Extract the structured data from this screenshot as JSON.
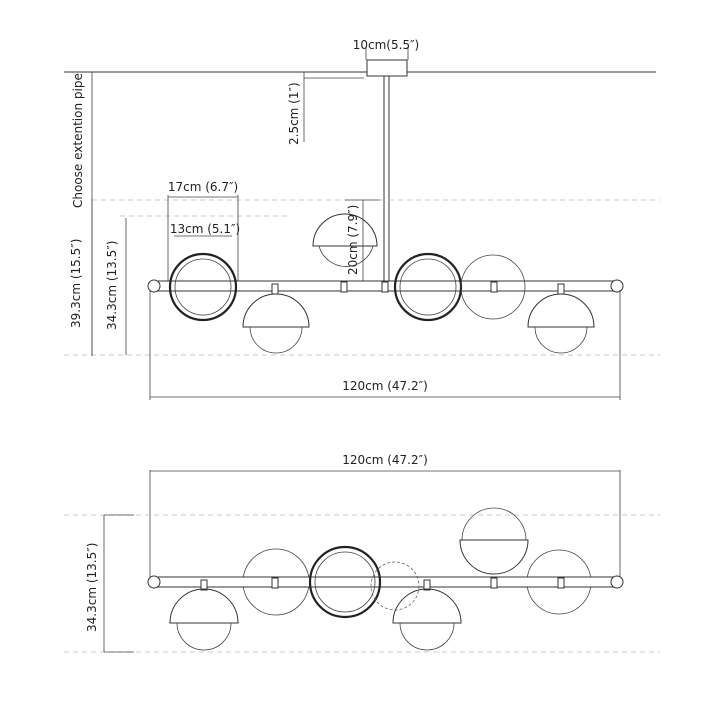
{
  "dimensions": {
    "canopy_width": "10cm(5.5″)",
    "pipe_segment": "2.5cm (1″)",
    "extension_note": "Choose extention pipe",
    "ring_outer": "17cm (6.7″)",
    "ring_inner": "13cm (5.1″)",
    "shade_diameter": "20cm (7.9″)",
    "overall_height": "39.3cm (15.5″)",
    "fixture_height_top": "34.3cm (13.5″)",
    "length_top": "120cm (47.2″)",
    "length_bottom": "120cm (47.2″)",
    "fixture_height_bottom": "34.3cm (13.5″)"
  }
}
